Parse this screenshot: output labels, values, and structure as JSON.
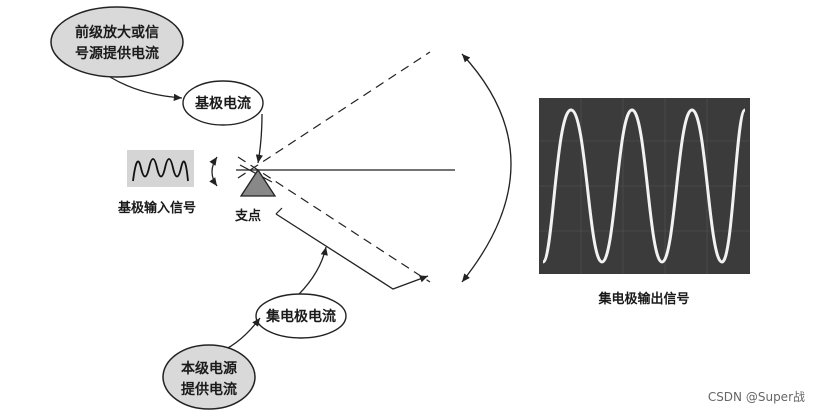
{
  "bubble_preamp": {
    "line1": "前级放大或信",
    "line2": "号源提供电流"
  },
  "bubble_base_current": {
    "label": "基极电流"
  },
  "label_base_input": "基极输入信号",
  "label_pivot": "支点",
  "bubble_collector_current": {
    "label": "集电极电流"
  },
  "bubble_local_supply": {
    "line1": "本级电源",
    "line2": "提供电流"
  },
  "label_collector_output": "集电极输出信号",
  "watermark": "CSDN @Super战"
}
